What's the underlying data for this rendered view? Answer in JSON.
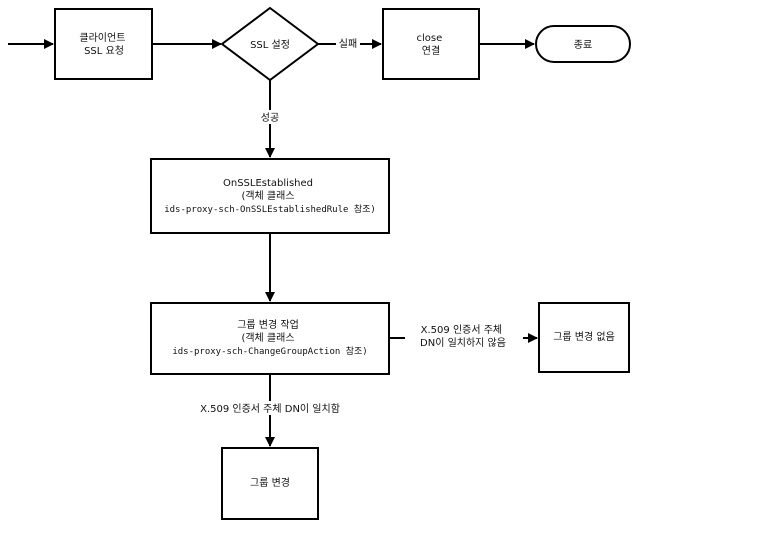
{
  "nodes": {
    "client_request": {
      "lines": [
        "클라이언트",
        "SSL 요청"
      ]
    },
    "ssl_setup": {
      "lines": [
        "SSL 설정"
      ]
    },
    "close_conn": {
      "lines": [
        "close",
        "연결"
      ]
    },
    "end": {
      "lines": [
        "종료"
      ]
    },
    "onssl_established": {
      "lines": [
        "OnSSLEstablished",
        "(객체 클래스",
        "ids-proxy-sch-OnSSLEstablishedRule 참조)"
      ]
    },
    "change_group_action": {
      "lines": [
        "그룹 변경 작업",
        "(객체 클래스",
        "ids-proxy-sch-ChangeGroupAction 참조)"
      ]
    },
    "no_group_change": {
      "lines": [
        "그룹 변경 없음"
      ]
    },
    "group_change": {
      "lines": [
        "그룹 변경"
      ]
    }
  },
  "edges": {
    "fail": {
      "lines": [
        "실패"
      ]
    },
    "success": {
      "lines": [
        "성공"
      ]
    },
    "dn_mismatch": {
      "lines": [
        "X.509 인증서 주체",
        "DN이 일치하지 않음"
      ]
    },
    "dn_match": {
      "lines": [
        "X.509 인증서 주체 DN이 일치함"
      ]
    }
  }
}
